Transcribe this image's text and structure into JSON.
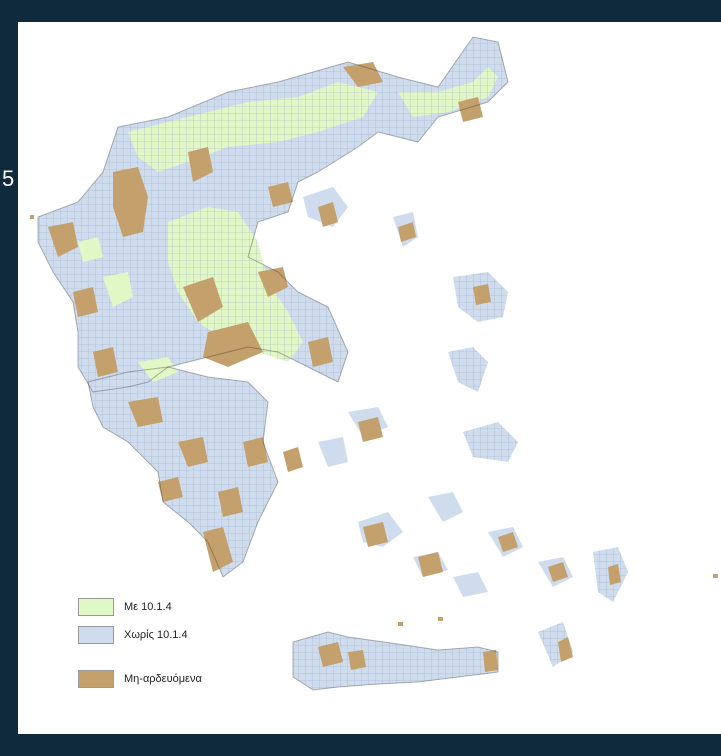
{
  "colors": {
    "background": "#0f2a3d",
    "irrigated_with_measure": "#e2f7c6",
    "irrigated_without_measure": "#cfdcee",
    "non_irrigated": "#c4a06c",
    "grid_line": "#9fb0c8"
  },
  "edge_glyph": "5",
  "legend": {
    "items": [
      {
        "label": "Με 10.1.4",
        "color": "#e2f7c6"
      },
      {
        "label": "Χωρίς 10.1.4",
        "color": "#cfdcee"
      },
      {
        "label": "Μη-αρδευόμενα",
        "color": "#c4a06c"
      }
    ]
  }
}
